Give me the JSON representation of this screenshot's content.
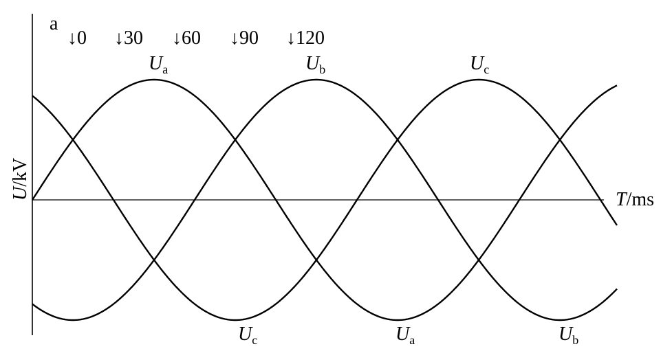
{
  "chart_data": {
    "type": "line",
    "panel_label": "a",
    "ylabel": {
      "var": "U",
      "unit": "/kV"
    },
    "xlabel": {
      "var": "T",
      "unit": "/ms"
    },
    "markers": [
      "↓0",
      "↓30",
      "↓60",
      "↓90",
      "↓120"
    ],
    "grid": false,
    "legend": "none",
    "series_labels": [
      {
        "var": "U",
        "sub": "a"
      },
      {
        "var": "U",
        "sub": "b"
      },
      {
        "var": "U",
        "sub": "c"
      },
      {
        "var": "U",
        "sub": "c"
      },
      {
        "var": "U",
        "sub": "a"
      },
      {
        "var": "U",
        "sub": "b"
      }
    ],
    "series": [
      {
        "name": "Ua",
        "phase_deg": 0,
        "amplitude": 1
      },
      {
        "name": "Ub",
        "phase_deg": 120,
        "amplitude": 1
      },
      {
        "name": "Uc",
        "phase_deg": 240,
        "amplitude": 1
      }
    ],
    "colors": {
      "line": "#000000",
      "background": "#ffffff"
    }
  }
}
